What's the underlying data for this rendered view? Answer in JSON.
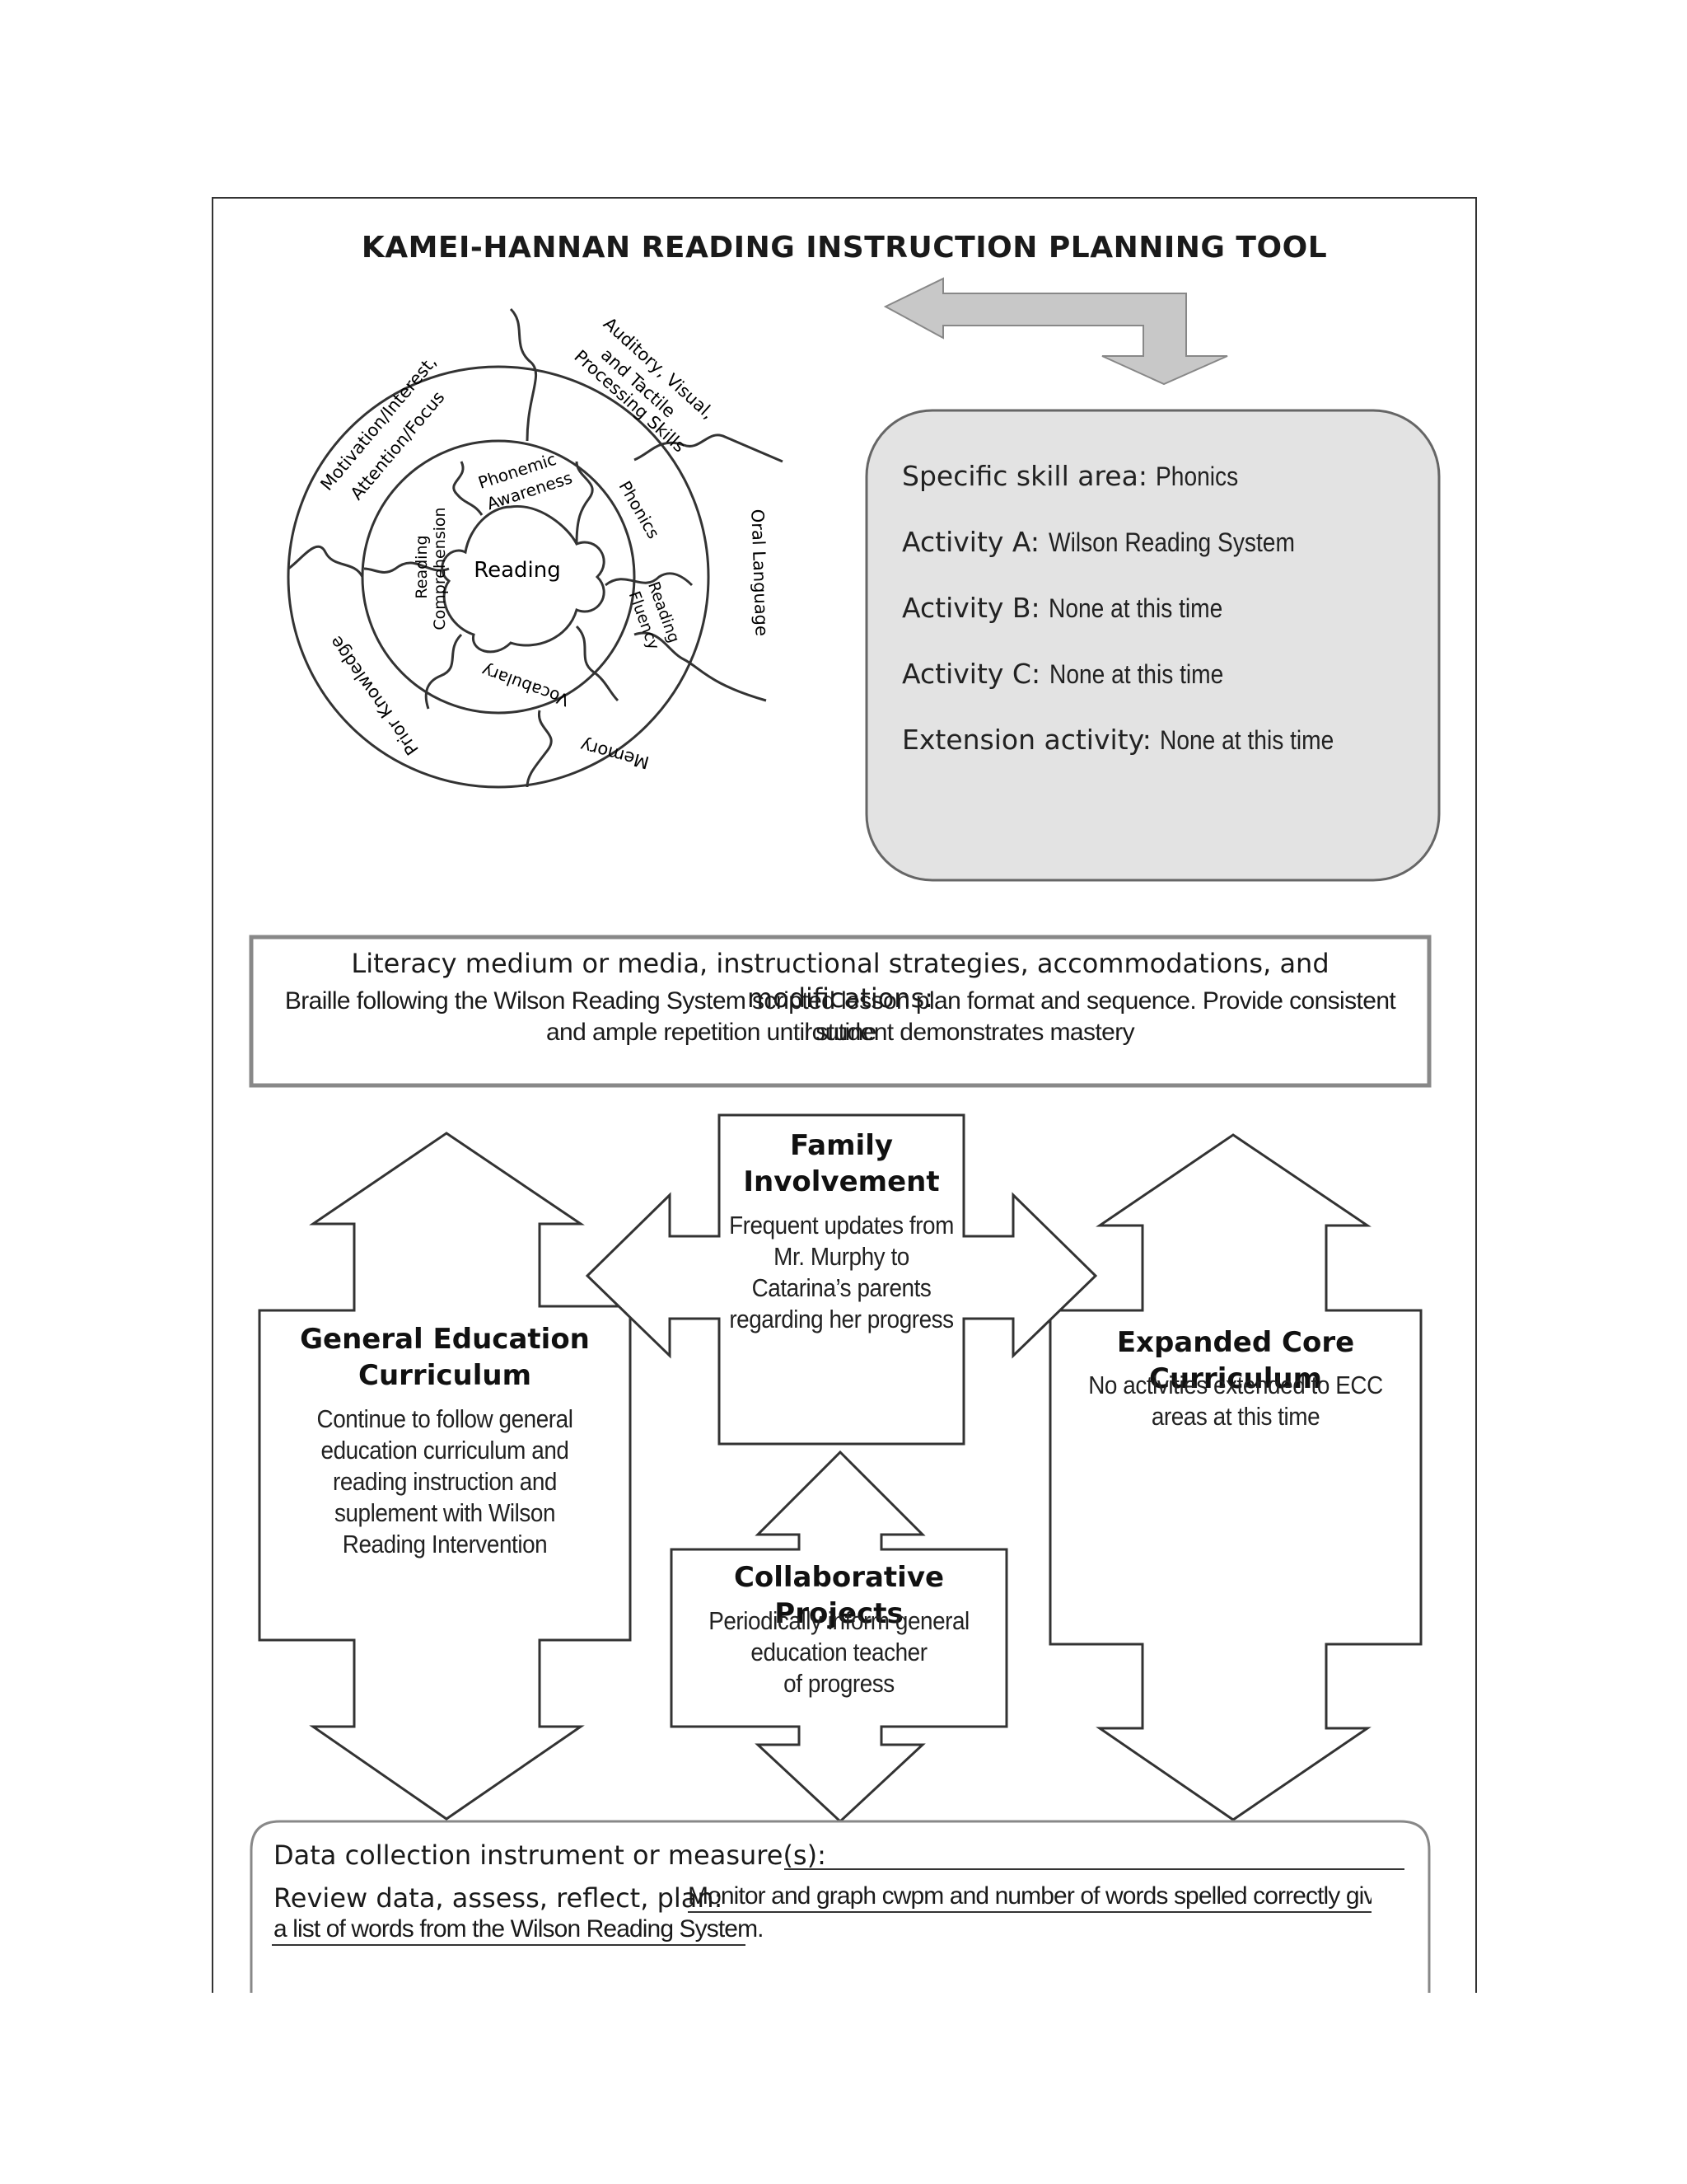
{
  "title": "KAMEI-HANNAN READING INSTRUCTION PLANNING TOOL",
  "wheel": {
    "center": "Reading",
    "inner_ring": [
      "Phonemic Awareness",
      "Phonics",
      "Reading Fluency",
      "Vocabulary",
      "Reading Comprehension"
    ],
    "outer_ring": [
      "Auditory, Visual, and Tactile Processing Skills",
      "Oral Language",
      "Memory",
      "Prior Knowledge",
      "Motivation/Interest, Attention/Focus"
    ]
  },
  "skill_box": {
    "rows": [
      {
        "label": "Specific skill area:",
        "value": "Phonics"
      },
      {
        "label": "Activity A:",
        "value": "Wilson Reading System"
      },
      {
        "label": "Activity B:",
        "value": "None at this time"
      },
      {
        "label": "Activity C:",
        "value": "None at this time"
      },
      {
        "label": "Extension activity:",
        "value": "None at this time"
      }
    ]
  },
  "literacy": {
    "heading": "Literacy medium or media, instructional strategies, accommodations, and modifications:",
    "line1": "Braille following the Wilson Reading System scripted lesson plan format and sequence. Provide consistent routine",
    "line2": "and ample repetition until student demonstrates mastery"
  },
  "family": {
    "title_line1": "Family",
    "title_line2": "Involvement",
    "text_lines": [
      "Frequent updates from",
      "Mr. Murphy to",
      "Catarina’s parents",
      "regarding her progress"
    ]
  },
  "gen_ed": {
    "title_line1": "General Education",
    "title_line2": "Curriculum",
    "text_lines": [
      "Continue to follow general",
      "education curriculum and",
      "reading instruction and",
      "suplement with Wilson",
      "Reading Intervention"
    ]
  },
  "ecc": {
    "title": "Expanded Core Curriculum",
    "text_lines": [
      "No activities extended to ECC",
      "areas at this time"
    ]
  },
  "collab": {
    "title": "Collaborative Projects",
    "text_lines": [
      "Periodically inform general",
      "education teacher",
      "of progress"
    ]
  },
  "data_box": {
    "line1_label": "Data collection instrument or measure(s):",
    "line2_label": "Review data, assess, reflect, plan:",
    "line2_value": "Monitor and graph cwpm and number of words spelled correctly given",
    "line3_value": "a list of words from the Wilson Reading System."
  },
  "colors": {
    "gray_fill": "#e3e3e3",
    "arrow_gray": "#c8c8c8",
    "stroke": "#444444"
  }
}
